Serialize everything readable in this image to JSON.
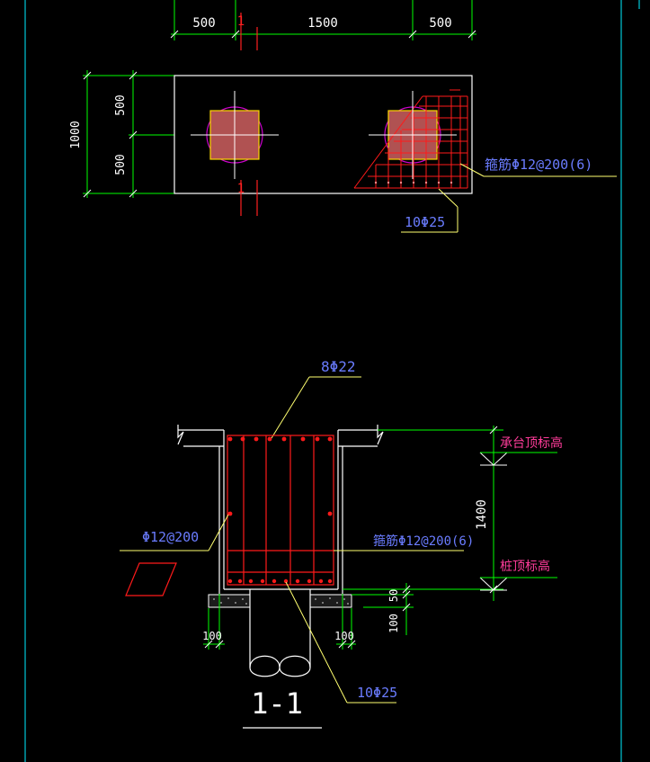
{
  "colors": {
    "background": "#000000",
    "frame": "#00c8d8",
    "dimension": "#00ff00",
    "dim_text": "#ffffff",
    "section_cut": "#ff2020",
    "outline": "#ffffff",
    "rebar": "#ff1a1a",
    "leader_annotation": "#6a7cff",
    "leader_line": "#ffff70",
    "pile_fill": "#b05252",
    "pile_border": "#ffd700",
    "circle": "#cc00cc",
    "elevation_text": "#ff3c9a",
    "section_title": "#ffffff"
  },
  "plan_view": {
    "top_dimensions": [
      "500",
      "1500",
      "500"
    ],
    "left_dimensions": [
      "500",
      "500"
    ],
    "overall_height": "1000",
    "section_mark_top": "1",
    "section_mark_bottom": "1",
    "stirrup_label": "箍筋Φ12@200(6)",
    "bottom_bar_label": "10Φ25"
  },
  "section_view": {
    "top_bars_label": "8Φ22",
    "side_bars_label": "Φ12@200",
    "stirrup_label": "箍筋Φ12@200(6)",
    "bottom_bars_label": "10Φ25",
    "height_dim": "1400",
    "cover_dim": "50",
    "cushion_dim": "100",
    "left_ext_dim": "100",
    "right_ext_dim": "100",
    "elev_top_label": "承台顶标高",
    "elev_pile_label": "桩顶标高",
    "title": "1-1"
  }
}
